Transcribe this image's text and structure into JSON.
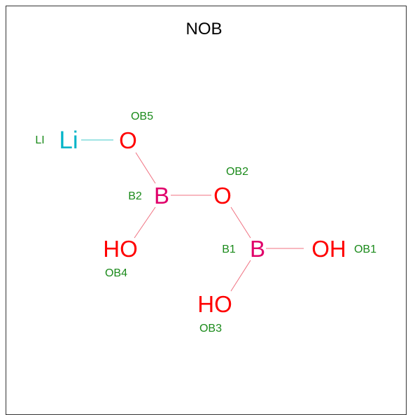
{
  "title": "NOB",
  "colors": {
    "oxygen": "#ff0000",
    "boron": "#e0006a",
    "lithium": "#00b4c8",
    "label": "#1a8a1a",
    "bond_b": "#f07080",
    "bond_li": "#40c8c8"
  },
  "atoms": {
    "li": {
      "symbol": "Li",
      "label": "LI"
    },
    "ob5": {
      "symbol": "O",
      "label": "OB5"
    },
    "b2": {
      "symbol": "B",
      "label": "B2"
    },
    "ob2": {
      "symbol": "O",
      "label": "OB2"
    },
    "ob4": {
      "symbol": "HO",
      "label": "OB4"
    },
    "b1": {
      "symbol": "B",
      "label": "B1"
    },
    "ob1": {
      "symbol": "OH",
      "label": "OB1"
    },
    "ob3": {
      "symbol": "HO",
      "label": "OB3"
    }
  }
}
